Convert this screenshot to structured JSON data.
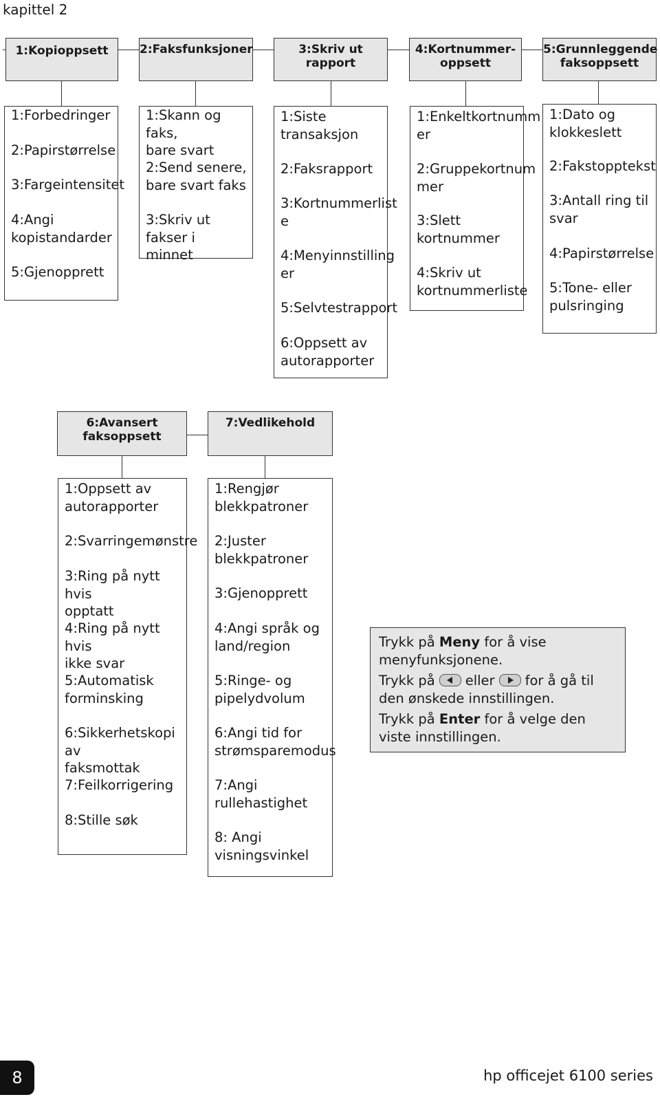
{
  "header": {
    "chapter": "kapittel 2"
  },
  "menus": [
    {
      "title": "1:Kopioppsett",
      "items": [
        "1:Forbedringer",
        "2:Papirstørrelse",
        "3:Fargeintensitet",
        "4:Angi\nkopistandarder",
        "5:Gjenopprett"
      ]
    },
    {
      "title": "2:Faksfunksjoner",
      "items": [
        "1:Skann og faks,\nbare svart",
        "2:Send senere,\nbare svart faks",
        "3:Skriv ut fakser i\nminnet"
      ]
    },
    {
      "title": "3:Skriv ut\nrapport",
      "items": [
        "1:Siste\ntransaksjon",
        "2:Faksrapport",
        "3:Kortnummerlist\ne",
        "4:Menyinnstilling\ner",
        "5:Selvtestrapport",
        "6:Oppsett av\nautorapporter"
      ]
    },
    {
      "title": "4:Kortnummer-\noppsett",
      "items": [
        "1:Enkeltkortnumm\ner",
        "2:Gruppekortnum\nmer",
        "3:Slett\nkortnummer",
        "4:Skriv ut\nkortnummerliste"
      ]
    },
    {
      "title": "5:Grunnleggende\nfaksoppsett",
      "items": [
        "1:Dato og\nklokkeslett",
        "2:Fakstopptekst",
        "3:Antall ring til\nsvar",
        "4:Papirstørrelse",
        "5:Tone- eller\npulsringing"
      ]
    },
    {
      "title": "6:Avansert\nfaksoppsett",
      "items": [
        "1:Oppsett av\nautorapporter",
        "2:Svarringemønstre",
        "3:Ring på nytt hvis\nopptatt",
        "4:Ring på nytt hvis\nikke svar",
        "5:Automatisk\nforminsking",
        "6:Sikkerhetskopi av\nfaksmottak",
        "7:Feilkorrigering",
        "8:Stille søk"
      ]
    },
    {
      "title": "7:Vedlikehold",
      "items": [
        "1:Rengjør\nblekkpatroner",
        "2:Juster\nblekkpatroner",
        "3:Gjenopprett",
        "4:Angi språk og\nland/region",
        "5:Ringe- og\npipelydvolum",
        "6:Angi tid for\nstrømsparemodus",
        "7:Angi\nrullehastighet",
        "8: Angi\nvisningsvinkel"
      ]
    }
  ],
  "instructions": {
    "line1_pre": "Trykk på ",
    "line1_bold": "Meny",
    "line1_post": " for å vise menyfunksjonene.",
    "line2_pre": "Trykk på",
    "line2_mid": "eller",
    "line2_post": "for å gå til den ønskede innstillingen.",
    "line3_pre": "Trykk på ",
    "line3_bold": "Enter",
    "line3_post": " for å velge den viste innstillingen.",
    "icons": [
      "left-arrow-button-icon",
      "right-arrow-button-icon"
    ]
  },
  "footer": {
    "page_number": "8",
    "product": "hp officejet 6100 series"
  }
}
